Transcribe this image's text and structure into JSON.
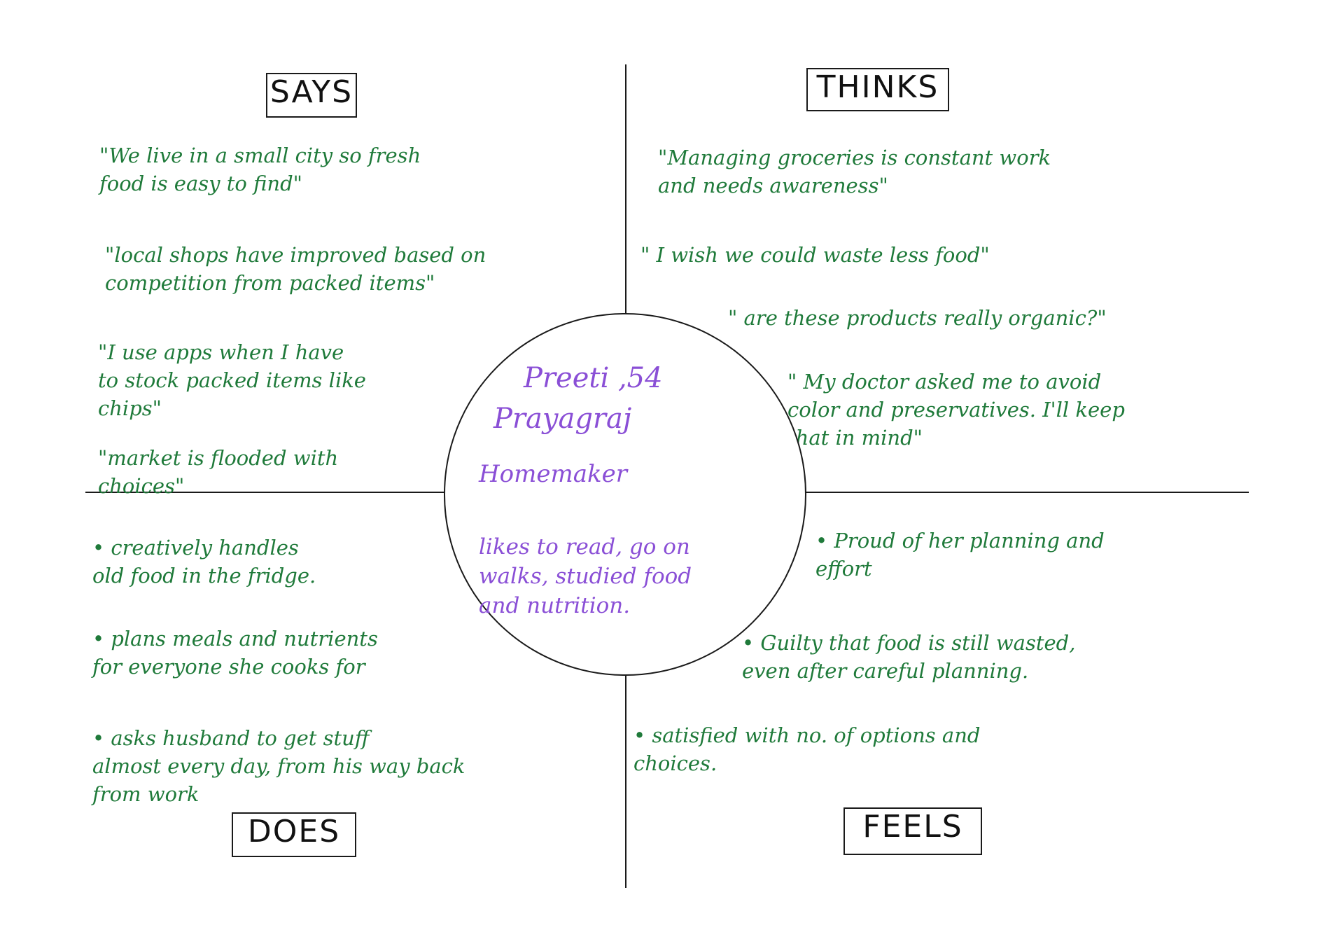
{
  "colors": {
    "ink": "#1a1a1a",
    "notes": "#1f7a3a",
    "persona": "#8a4fd6"
  },
  "quadrants": {
    "says": {
      "label": "SAYS",
      "notes": [
        "\"We live in a small city so fresh\nfood is easy to find\"",
        "\"local shops have improved based on\ncompetition from packed items\"",
        "\"I use apps when I have\nto stock packed items like\nchips\"",
        "\"market is flooded with\nchoices\""
      ]
    },
    "thinks": {
      "label": "THINKS",
      "notes": [
        "\"Managing groceries is constant work\nand needs awareness\"",
        "\" I wish we could waste less food\"",
        "\" are these products really organic?\"",
        "\" My doctor asked me to avoid\ncolor and preservatives. I'll keep\nthat in mind\""
      ]
    },
    "does": {
      "label": "DOES",
      "notes": [
        "• creatively handles\nold food in the fridge.",
        "• plans meals and nutrients\nfor everyone she cooks for",
        "• asks husband to get stuff\nalmost every day, from his way back\nfrom work"
      ]
    },
    "feels": {
      "label": "FEELS",
      "notes": [
        "• Proud of her planning and\neffort",
        "• Guilty that food is still wasted,\neven after careful planning.",
        "• satisfied with no. of options and\nchoices."
      ]
    }
  },
  "persona": {
    "name_age": "Preeti ,54",
    "city": "Prayagraj",
    "role": "Homemaker",
    "interests": "likes to read, go on\nwalks, studied food\nand nutrition."
  }
}
